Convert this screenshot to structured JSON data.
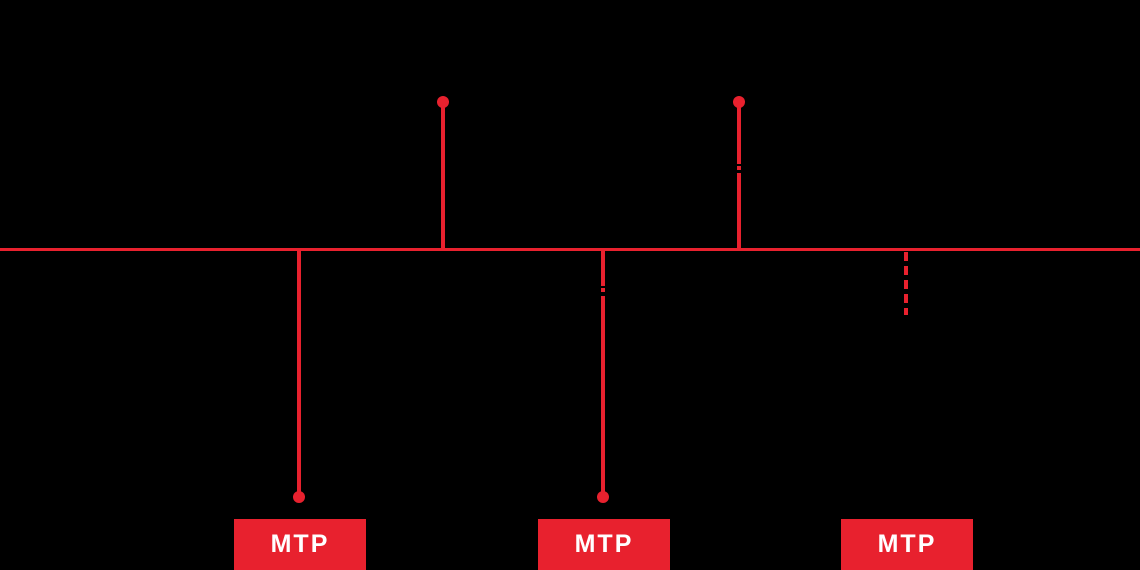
{
  "diagram": {
    "background_color": "#000000",
    "line_color": "#e8212e",
    "node_fill_color": "#e8212e",
    "node_text_color": "#ffffff",
    "nodes": [
      {
        "label": "MTP"
      },
      {
        "label": "MTP"
      },
      {
        "label": "MTP"
      }
    ]
  }
}
